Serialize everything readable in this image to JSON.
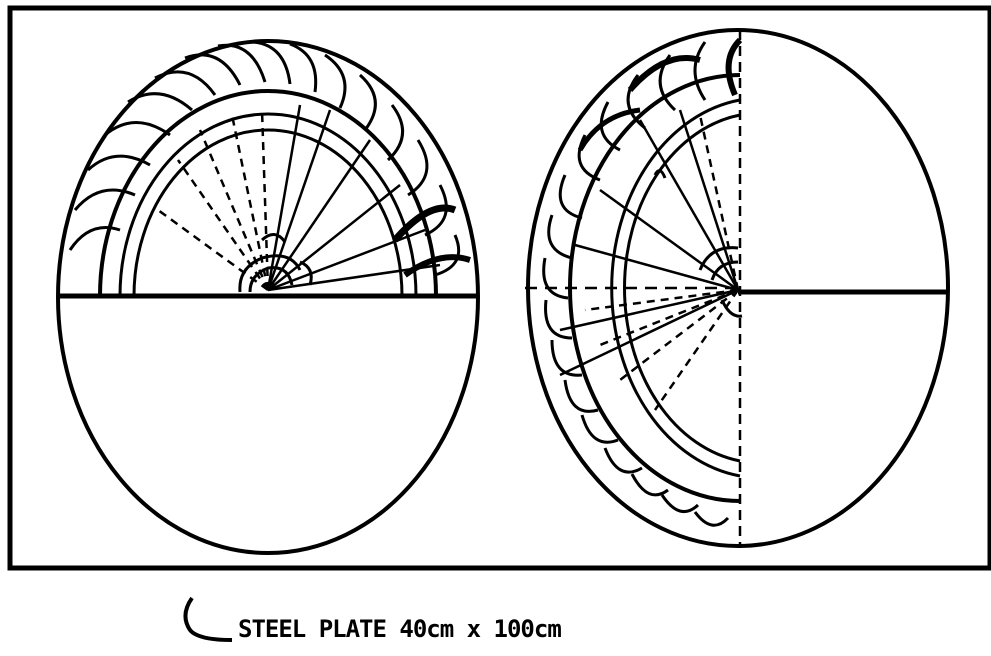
{
  "caption": {
    "text": "STEEL PLATE 40cm x 100cm"
  },
  "colors": {
    "ink": "#000000",
    "paper": "#ffffff"
  },
  "figure": {
    "left_wheel": "half-ring of curved vanes on upper semicircle, lower half blank",
    "right_wheel": "half-ring of curved vanes on left semicircle, right half blank"
  }
}
